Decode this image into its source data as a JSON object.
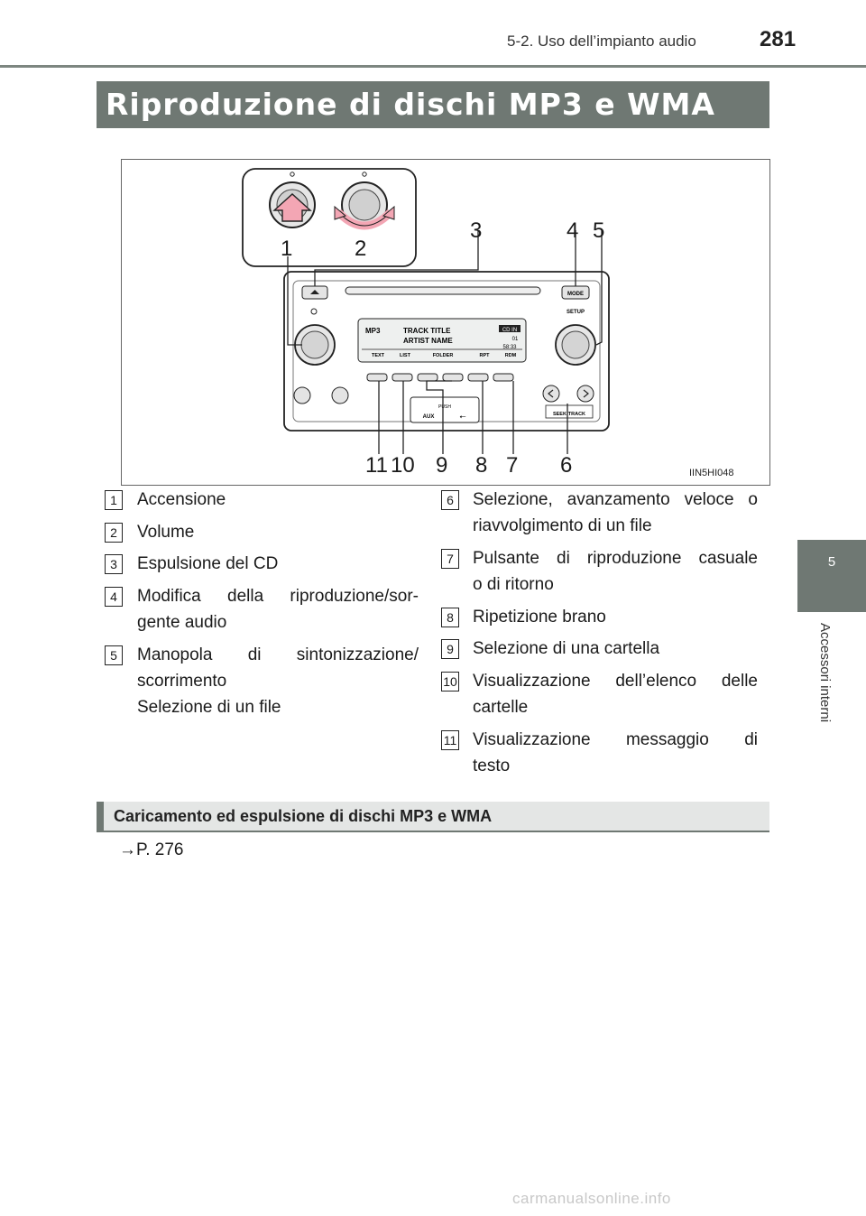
{
  "header": {
    "section": "5-2. Uso dell’impianto audio",
    "page_number": "281"
  },
  "side_tab": {
    "chapter_number": "5",
    "chapter_title": "Accessori interni"
  },
  "title": "Riproduzione di dischi MP3 e WMA",
  "figure": {
    "code": "IIN5HI048",
    "callouts": [
      "1",
      "2",
      "3",
      "4",
      "5",
      "6",
      "7",
      "8",
      "9",
      "10",
      "11"
    ],
    "panel": {
      "mode_label": "MODE",
      "setup_label": "SETUP",
      "seek_label": "SEEK·TRACK",
      "aux_label": "AUX",
      "push_label": "PUSH",
      "display_format": "MP3",
      "display_track": "TRACK TITLE",
      "display_artist": "ARTIST NAME",
      "display_cd": "CD IN",
      "display_time": "58:33",
      "display_num": "01",
      "display_buttons": [
        "TEXT",
        "LIST",
        "FOLDER",
        "RPT",
        "RDM"
      ]
    }
  },
  "legend_left": [
    {
      "num": "1",
      "lines": [
        "Accensione"
      ]
    },
    {
      "num": "2",
      "lines": [
        "Volume"
      ]
    },
    {
      "num": "3",
      "lines": [
        "Espulsione del CD"
      ]
    },
    {
      "num": "4",
      "lines": [
        "Modifica della riproduzione/sor-",
        "gente audio"
      ]
    },
    {
      "num": "5",
      "lines": [
        "Manopola di sintonizzazione/",
        "scorrimento",
        "Selezione di un file"
      ]
    }
  ],
  "legend_right": [
    {
      "num": "6",
      "lines": [
        "Selezione, avanzamento veloce o",
        "riavvolgimento di un file"
      ]
    },
    {
      "num": "7",
      "lines": [
        "Pulsante di riproduzione casuale",
        "o di ritorno"
      ]
    },
    {
      "num": "8",
      "lines": [
        "Ripetizione brano"
      ]
    },
    {
      "num": "9",
      "lines": [
        "Selezione di una cartella"
      ]
    },
    {
      "num": "10",
      "lines": [
        "Visualizzazione dell’elenco delle",
        "cartelle"
      ]
    },
    {
      "num": "11",
      "lines": [
        "Visualizzazione messaggio di",
        "testo"
      ]
    }
  ],
  "subsection": {
    "title": "Caricamento ed espulsione di dischi MP3 e WMA",
    "ref": "→P. 276"
  },
  "watermark": "carmanualsonline.info"
}
